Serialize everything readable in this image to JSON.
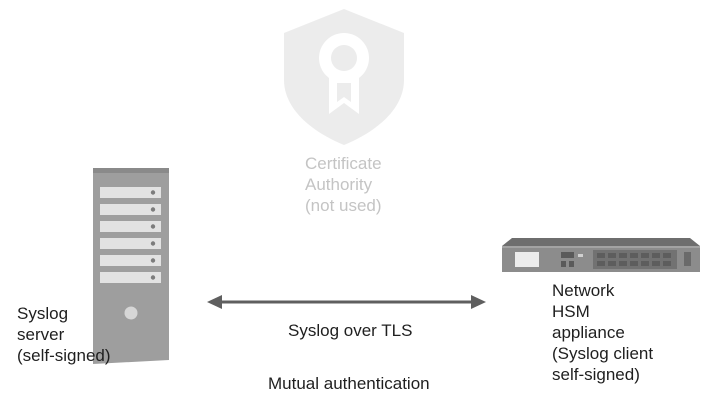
{
  "certificate_authority": {
    "label_lines": [
      "Certificate",
      "Authority",
      "(not used)"
    ],
    "color": "#c4c4c4"
  },
  "syslog_server": {
    "label_lines": [
      "Syslog",
      "server",
      "(self-signed)"
    ]
  },
  "hsm_appliance": {
    "label_lines": [
      "Network",
      "HSM",
      "appliance",
      "(Syslog client",
      "self-signed)"
    ]
  },
  "connection": {
    "protocol_label": "Syslog over TLS",
    "auth_label": "Mutual authentication",
    "arrow_color": "#5f5f5f"
  },
  "icons": {
    "ca": "certificate-shield-icon",
    "server": "server-tower-icon",
    "appliance": "rack-appliance-icon"
  }
}
